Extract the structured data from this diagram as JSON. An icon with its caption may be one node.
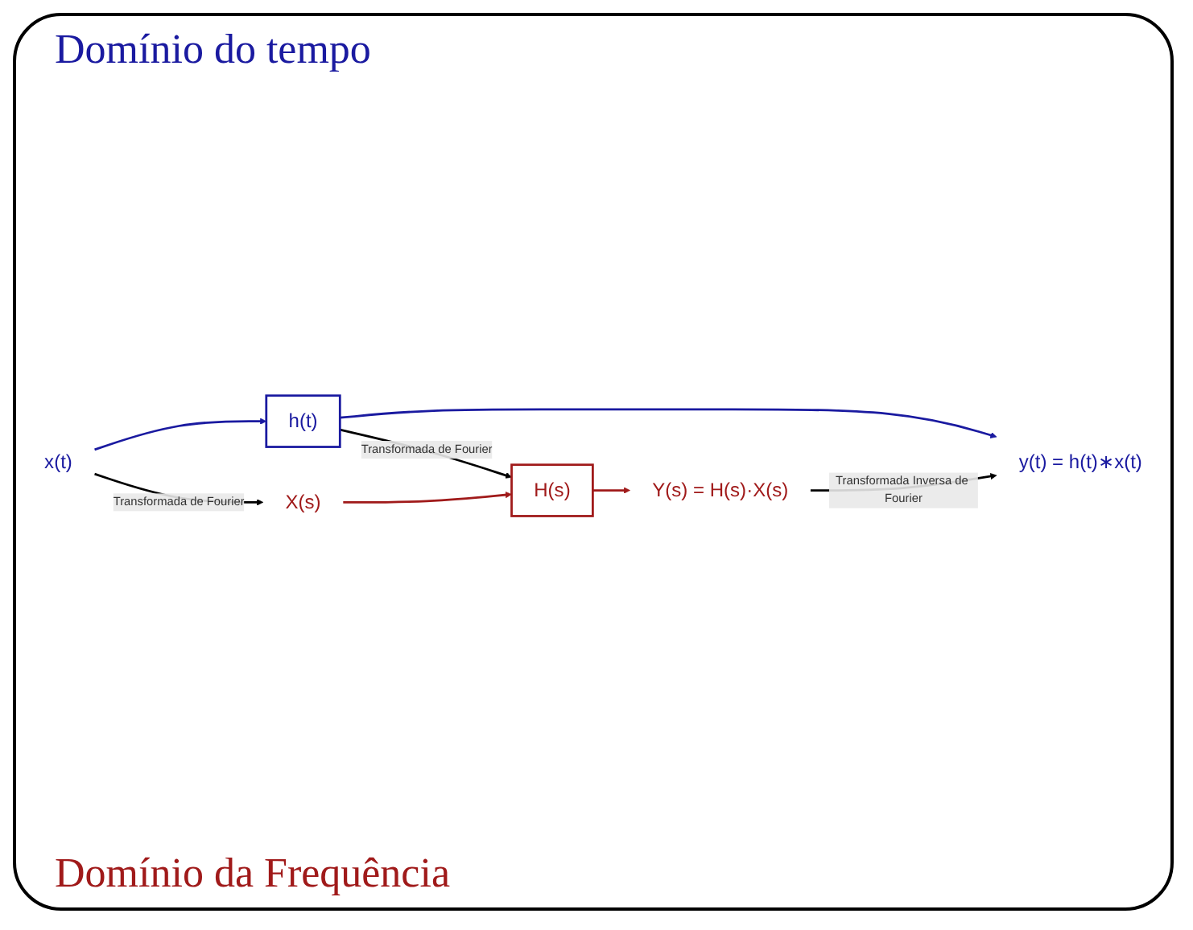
{
  "diagram": {
    "nodes": [
      {
        "text": [
          "x(t)"
        ]
      },
      {
        "text": [
          "h(t)"
        ]
      },
      {
        "text": [
          "y(t) = h(t)∗x(t)"
        ]
      },
      {
        "text": [
          "X(s)"
        ]
      },
      {
        "text": [
          "H(s)"
        ]
      },
      {
        "text": [
          "Y(s) = H(s)·X(s)"
        ]
      }
    ],
    "edges": [
      {
        "from": 0,
        "to": 1,
        "arrow": "to",
        "color": "#1a1aa0"
      },
      {
        "from": 1,
        "to": 2,
        "arrow": "to",
        "color": "#1a1aa0"
      },
      {
        "from": 0,
        "to": 3,
        "arrow": "to",
        "label": "Transformada de Fourier"
      },
      {
        "from": 1,
        "to": 4,
        "arrow": "to",
        "label": "Transformada de Fourier"
      },
      {
        "from": 5,
        "to": 2,
        "arrow": "to",
        "label": "Transformada Inversa de Fourier"
      },
      {
        "from": 3,
        "to": 4,
        "arrow": "to",
        "color": "#a01a1a"
      },
      {
        "from": 4,
        "to": 5,
        "arrow": "to",
        "color": "#a01a1a"
      }
    ],
    "labels": [
      "Domínio do tempo",
      "Domínio da Frequência"
    ]
  }
}
